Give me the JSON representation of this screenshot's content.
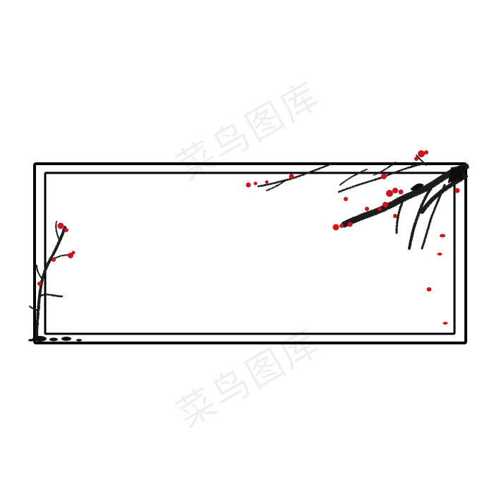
{
  "watermark": {
    "text": "菜鸟图库",
    "count": 2
  },
  "frame": {
    "stroke_color": "#000000",
    "background": "#ffffff"
  },
  "decoration": {
    "branch_color": "#1a1a1a",
    "blossom_color": "#d0121b",
    "style": "ink-wash plum blossom"
  }
}
